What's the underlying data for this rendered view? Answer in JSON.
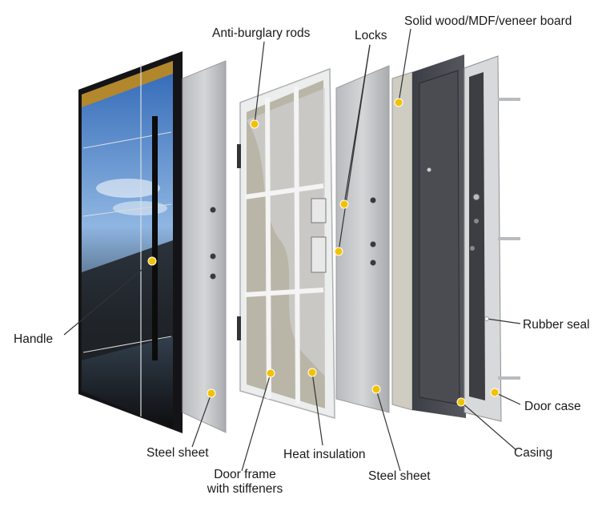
{
  "labels": {
    "anti_burglary_rods": "Anti-burglary rods",
    "locks": "Locks",
    "solid_wood": "Solid wood/MDF/veneer board",
    "handle": "Handle",
    "rubber_seal": "Rubber seal",
    "door_case": "Door case",
    "casing": "Casing",
    "steel_sheet_front": "Steel sheet",
    "door_frame_line1": "Door frame",
    "door_frame_line2": "with stiffeners",
    "heat_insulation": "Heat insulation",
    "steel_sheet_back": "Steel sheet"
  },
  "colors": {
    "marker": "#f2c200",
    "leader": "#333333",
    "steel": "#c9cacc",
    "frame": "#e4e5e6",
    "insulation": "#b9b6a8",
    "dark_board": "#3a3a3c",
    "glass_sky": "#5c8fcf",
    "accent_strip": "#c08a1c"
  },
  "icons": [
    "door-layers-illustration",
    "marker-dot-icon"
  ]
}
